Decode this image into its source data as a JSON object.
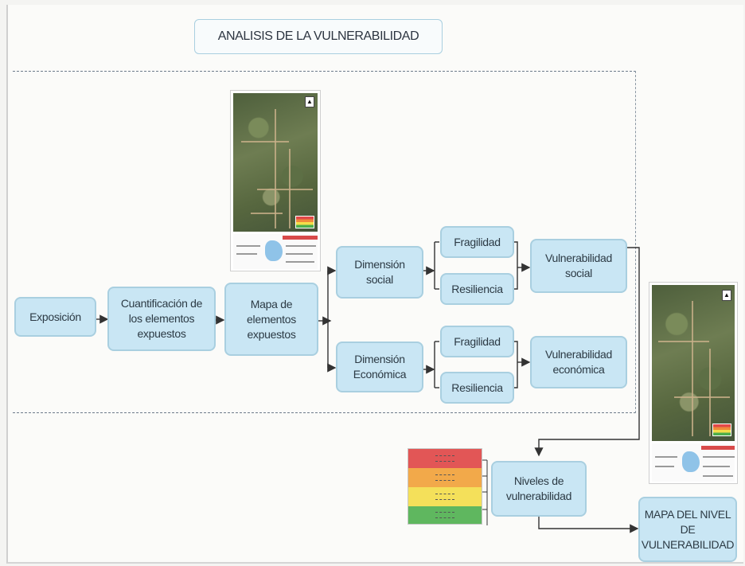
{
  "title": "ANALISIS DE LA VULNERABILIDAD",
  "nodes": {
    "exposicion": "Exposición",
    "cuantificacion": "Cuantificación de los elementos expuestos",
    "mapa_elementos": "Mapa de elementos expuestos",
    "dimension_social": "Dimensión social",
    "dimension_economica": "Dimensión Económica",
    "fragilidad_social": "Fragilidad",
    "resiliencia_social": "Resiliencia",
    "fragilidad_economica": "Fragilidad",
    "resiliencia_economica": "Resiliencia",
    "vulnerabilidad_social": "Vulnerabilidad social",
    "vulnerabilidad_economica": "Vulnerabilidad económica",
    "niveles": "Niveles de vulnerabilidad",
    "mapa_nivel": "MAPA DEL NIVEL DE VULNERABILIDAD"
  },
  "level_colors": [
    "#e25656",
    "#f2a94a",
    "#f4e05a",
    "#5fb75f"
  ]
}
